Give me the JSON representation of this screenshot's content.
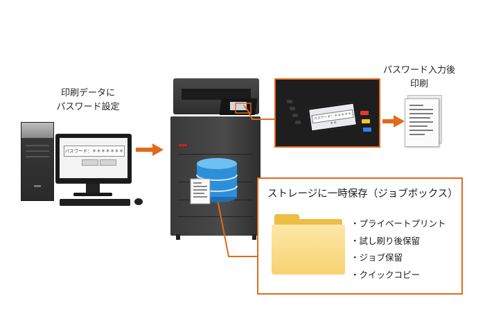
{
  "diagram": {
    "pc_caption": [
      "印刷データに",
      "パスワード設定"
    ],
    "pc_password_field": "パスワード：＊＊＊＊＊＊＊",
    "panel_password_field": "パスワード：＊＊＊＊＊＊＊",
    "output_caption": [
      "パスワード入力後",
      "印刷"
    ],
    "storage_title": "ストレージに一時保存（ジョブボックス）",
    "storage_items": [
      "プライベートプリント",
      "試し刷り後保留",
      "ジョブ保留",
      "クイックコピー"
    ],
    "colors": {
      "accent_orange": "#e06a1b",
      "database_blue": "#2d8fd8",
      "folder_yellow": "#f8d271",
      "device_gray": "#3a3a3a"
    },
    "icons": [
      "desktop-pc-icon",
      "multifunction-printer-icon",
      "database-icon",
      "folder-icon",
      "document-icon"
    ]
  }
}
